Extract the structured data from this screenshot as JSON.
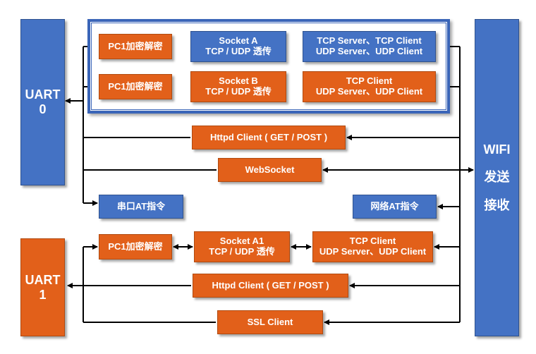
{
  "uart0": "UART\n0",
  "uart1": "UART\n1",
  "wifi": "WIFI\n发送\n接收",
  "row1": {
    "crypto": "PC1加密解密",
    "socket": "Socket A\nTCP / UDP 透传",
    "server": "TCP Server、TCP Client\nUDP Server、UDP Client"
  },
  "row2": {
    "crypto": "PC1加密解密",
    "socket": "Socket B\nTCP / UDP 透传",
    "server": "TCP Client\nUDP Server、UDP Client"
  },
  "httpd1": "Httpd Client ( GET / POST )",
  "websocket": "WebSocket",
  "serial_at": "串口AT指令",
  "network_at": "网络AT指令",
  "row3": {
    "crypto": "PC1加密解密",
    "socket": "Socket A1\nTCP / UDP 透传",
    "server": "TCP Client\nUDP Server、UDP Client"
  },
  "httpd2": "Httpd Client ( GET / POST )",
  "ssl": "SSL Client",
  "colors": {
    "orange": "#e2601a",
    "blue": "#4472c4",
    "line": "#000000"
  }
}
